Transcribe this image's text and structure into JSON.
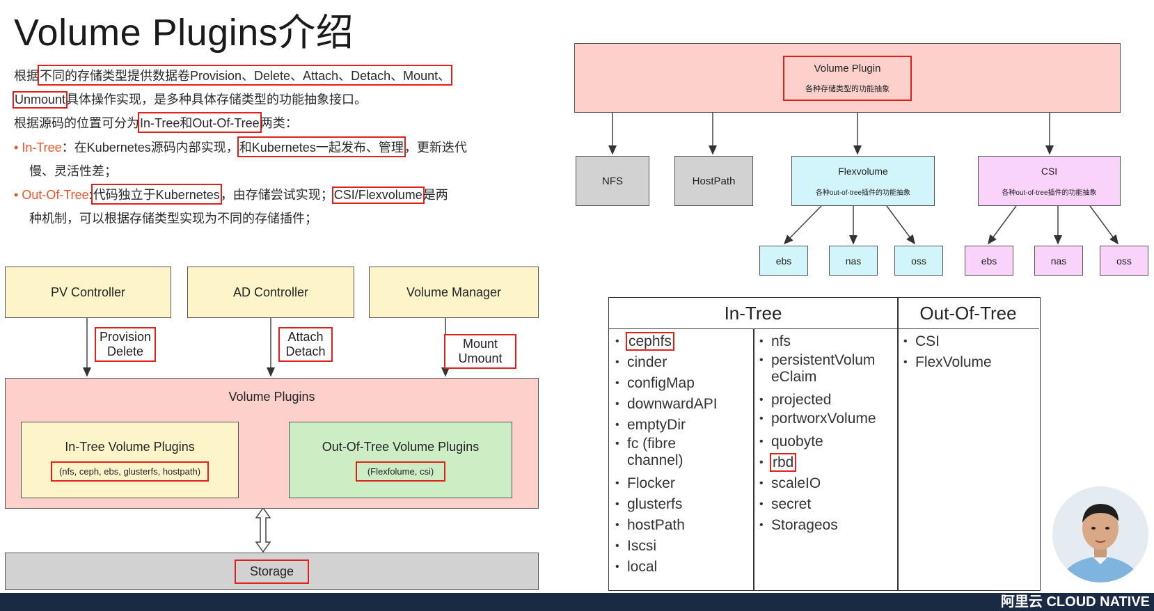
{
  "title": "Volume Plugins介绍",
  "paragraphs": {
    "p1_a": "根据",
    "p1_box": "不同的存储类型提供数据卷Provision、Delete、Attach、Detach、Mount、",
    "p2_box": "Unmount",
    "p2_b": "具体操作实现，是多种具体存储类型的功能抽象接口。",
    "p3_a": "根据源码的位置可分为",
    "p3_box": "In-Tree和Out-Of-Tree",
    "p3_b": "两类：",
    "b1_term": "In-Tree",
    "b1_a": "：在Kubernetes源码内部实现，",
    "b1_box": "和Kubernetes一起发布、管理",
    "b1_b": "，更新迭代",
    "b1_c": "慢、灵活性差；",
    "b2_term": "Out-Of-Tree",
    "b2_a": ":",
    "b2_box": "代码独立于Kubernetes",
    "b2_b": "，由存储尝试实现；",
    "b2_box2": "CSI/Flexvolume",
    "b2_c": "是两",
    "b2_d": "种机制，可以根据存储类型实现为不同的存储插件；"
  },
  "left_diagram": {
    "pv_controller": "PV Controller",
    "ad_controller": "AD Controller",
    "volume_manager": "Volume Manager",
    "label_provision": "Provision",
    "label_delete": "Delete",
    "label_attach": "Attach",
    "label_detach": "Detach",
    "label_mount": "Mount",
    "label_umount": "Umount",
    "volume_plugins": "Volume Plugins",
    "in_tree_title": "In-Tree Volume Plugins",
    "in_tree_list": "(nfs, ceph, ebs, glusterfs, hostpath)",
    "out_tree_title": "Out-Of-Tree Volume Plugins",
    "out_tree_list": "(Flexfolume, csi)",
    "storage": "Storage"
  },
  "right_diagram": {
    "volume_plugin": "Volume Plugin",
    "volume_plugin_sub": "各种存储类型的功能抽象",
    "nfs": "NFS",
    "hostpath": "HostPath",
    "flexvolume": "Flexvolume",
    "flexvolume_sub": "各种out-of-tree插件的功能抽象",
    "csi": "CSI",
    "csi_sub": "各种out-of-tree插件的功能抽象",
    "leaf1": "ebs",
    "leaf2": "nas",
    "leaf3": "oss",
    "leaf4": "ebs",
    "leaf5": "nas",
    "leaf6": "oss"
  },
  "table": {
    "head_in": "In-Tree",
    "head_out": "Out-Of-Tree",
    "col1": [
      "cephfs",
      "cinder",
      "configMap",
      "downwardAPI",
      "emptyDir",
      "fc (fibre channel)",
      "Flocker",
      "glusterfs",
      "hostPath",
      "Iscsi",
      "local"
    ],
    "col2": [
      "nfs",
      "persistentVolumeClaim",
      "projected",
      "portworxVolume",
      "quobyte",
      "rbd",
      "scaleIO",
      "secret",
      "Storageos"
    ],
    "col3": [
      "CSI",
      "FlexVolume"
    ]
  },
  "footer": {
    "text": "阿里云   CLOUD NATIVE"
  }
}
